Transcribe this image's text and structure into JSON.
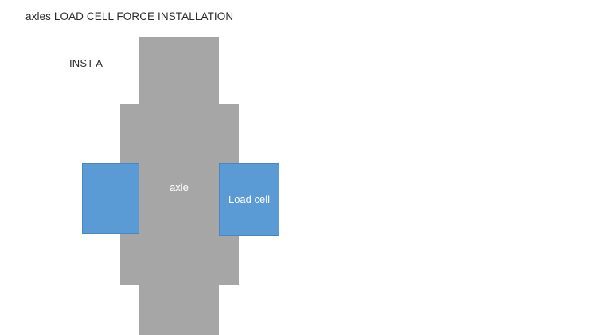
{
  "diagram": {
    "title": "axles LOAD CELL FORCE INSTALLATION",
    "instance_label": "INST A",
    "background_color": "#ffffff",
    "title_color": "#2b2b2b",
    "axle": {
      "label": "axle",
      "color": "#a6a6a6",
      "label_color": "#ffffff"
    },
    "load_cells": [
      {
        "id": "left",
        "label": "",
        "color": "#5b9bd5",
        "border_color": "#4a87bd",
        "label_color": "#ffffff"
      },
      {
        "id": "right",
        "label": "Load cell",
        "color": "#5b9bd5",
        "border_color": "#4a87bd",
        "label_color": "#ffffff"
      }
    ]
  }
}
